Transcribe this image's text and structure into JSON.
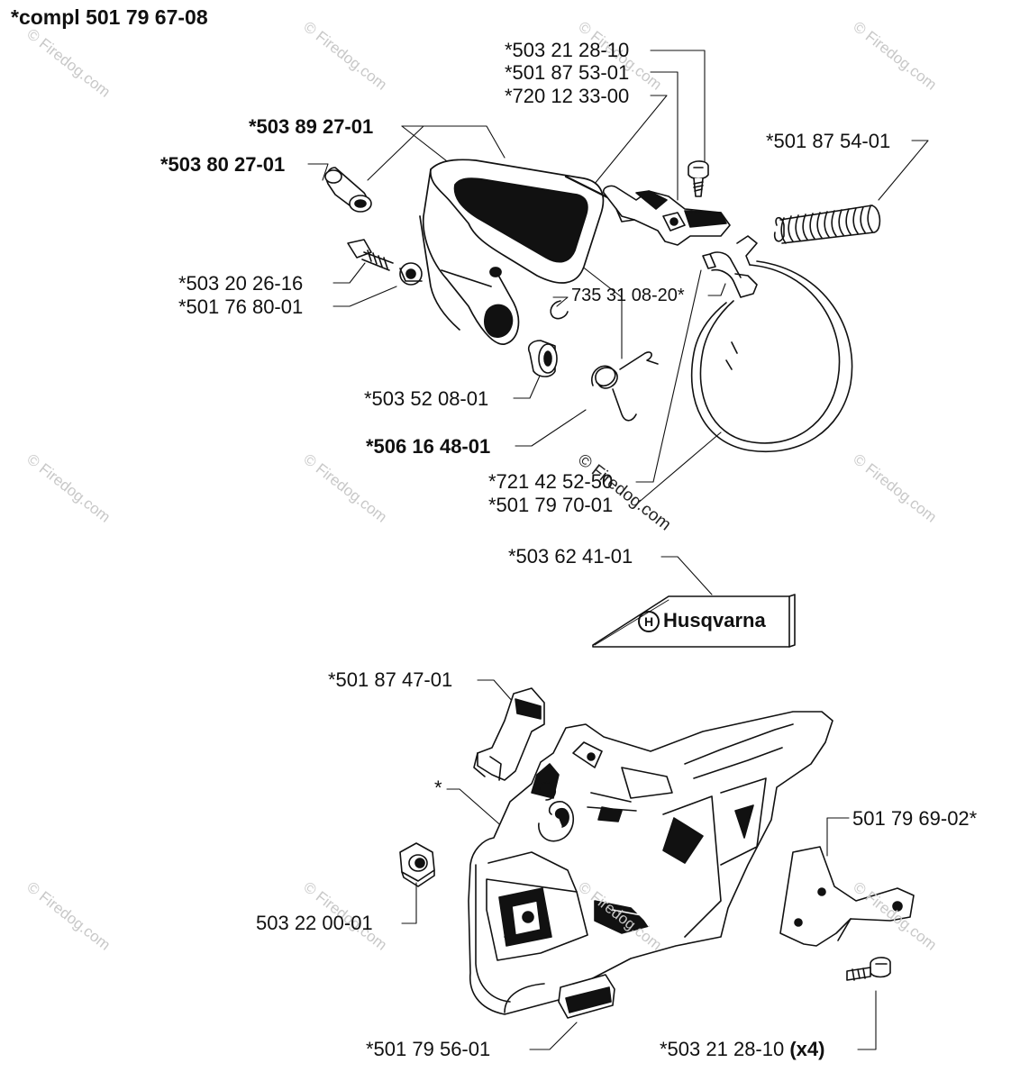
{
  "header": {
    "complete_assembly": "*compl 501 79 67-08"
  },
  "labels": {
    "a": "*503 21 28-10",
    "b": "*501 87 53-01",
    "c": "*720 12 33-00",
    "d": "*503 89 27-01",
    "e": "*503 80 27-01",
    "f": "*501 87 54-01",
    "g": "*503 20 26-16",
    "h": "*501 76 80-01",
    "i": "735 31 08-20*",
    "j": "*503 52 08-01",
    "k": "*506 16 48-01",
    "l": "*721 42 52-50",
    "m": "*501 79 70-01",
    "n": "*503 62 41-01",
    "o": "*501 87 47-01",
    "p": "*",
    "q": "501 79 69-02*",
    "r": "503 22 00-01",
    "s": "*501 79 56-01",
    "t": "*503 21 28-10",
    "t_qty": "(x4)"
  },
  "decal": {
    "brand": "Husqvarna",
    "brand_icon": "husqvarna-h-logo-icon"
  },
  "watermark": {
    "text": "© Firedog.com"
  }
}
